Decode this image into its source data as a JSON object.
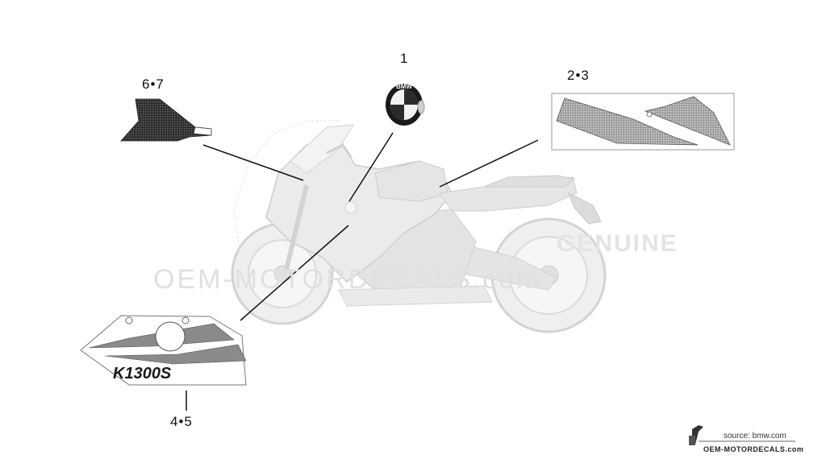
{
  "callouts": {
    "part_1": "1",
    "part_2_3": "2•3",
    "part_4_5": "4•5",
    "part_6_7": "6•7"
  },
  "emblem": {
    "letters": "BMW"
  },
  "decal_text": {
    "model": "K1300S"
  },
  "watermark": {
    "line1": "GENUINE",
    "line2": "OEM-MOTORDECALS.com"
  },
  "footer": {
    "source": "source: bmw.com",
    "site": "OEM-MOTORDECALS.com"
  },
  "colors": {
    "bike_fill": "#e6e6e6",
    "bike_stroke": "#c8c8c8",
    "line": "#111111",
    "carbon": "#3a3a3a",
    "decal_gray": "#8a8a8a"
  }
}
